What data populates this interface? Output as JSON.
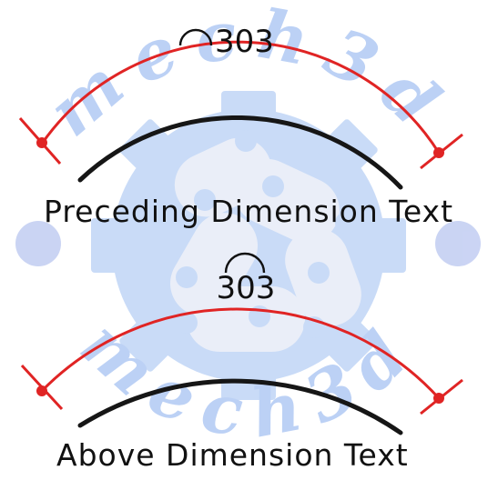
{
  "colors": {
    "dimension_line": "#e02424",
    "arc_geometry": "#161616",
    "text": "#111111",
    "watermark": "#b9cff5"
  },
  "watermark": {
    "top_text": "mech3d",
    "bottom_text": "mech3d"
  },
  "top_example": {
    "dimension_value": "303",
    "arc_symbol_position": "preceding",
    "caption": "Preceding Dimension Text"
  },
  "bottom_example": {
    "dimension_value": "303",
    "arc_symbol_position": "above",
    "caption": "Above Dimension Text"
  }
}
